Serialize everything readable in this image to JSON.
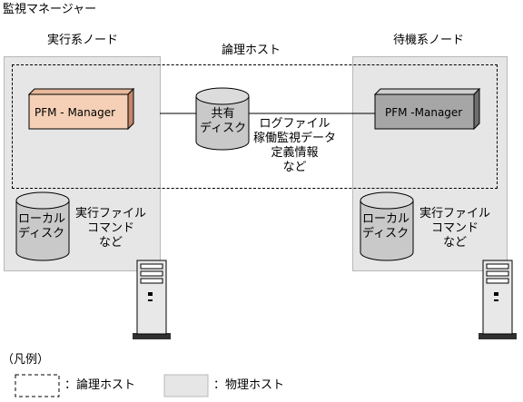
{
  "title": "監視マネージャー",
  "active_node_label": "実行系ノード",
  "standby_node_label": "待機系ノード",
  "logical_host_label": "論理ホスト",
  "active_manager_label": "PFM - Manager",
  "standby_manager_label": "PFM -Manager",
  "shared_disk_label": "共有\nディスク",
  "shared_disk_contents": "ログファイル\n稼働監視データ\n定義情報\nなど",
  "local_disk_label": "ローカル\nディスク",
  "local_disk_contents": "実行ファイル\nコマンド\nなど",
  "legend": {
    "title": "（凡例）",
    "logical_host": "：論理ホスト",
    "physical_host": "：物理ホスト"
  },
  "colors": {
    "host_fill": "#e6e6e6",
    "active_manager": "#f5d0b6",
    "standby_manager": "#a6a6a6",
    "disk_fill": "#c9c9c9"
  }
}
